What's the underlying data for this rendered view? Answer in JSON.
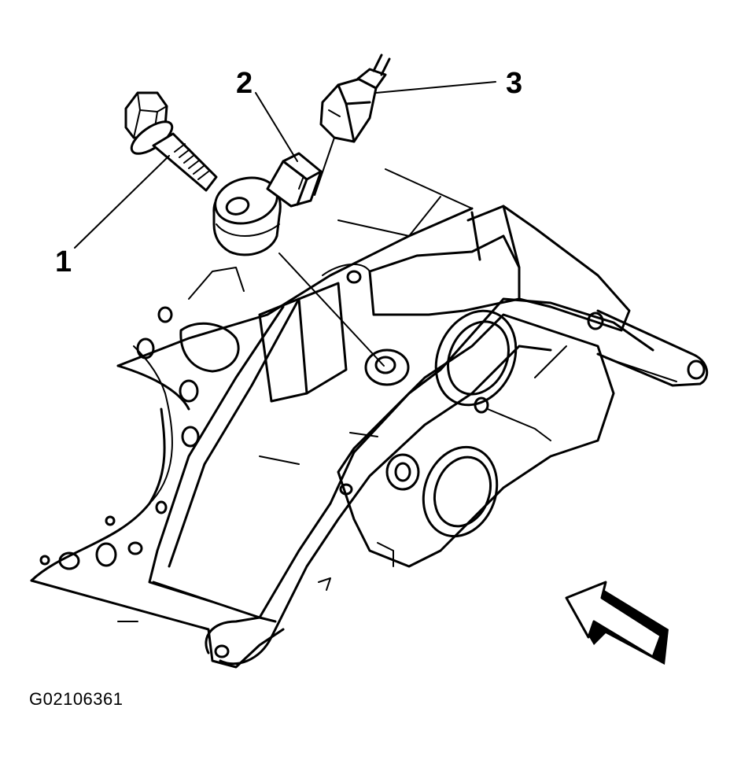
{
  "figure_id": "G02106361",
  "callouts": [
    {
      "label": "1",
      "part": "knock-sensor-bolt"
    },
    {
      "label": "2",
      "part": "knock-sensor"
    },
    {
      "label": "3",
      "part": "electrical-connector"
    }
  ],
  "colors": {
    "ink": "#000000",
    "paper": "#ffffff"
  },
  "icons": {
    "view_direction": "view-direction-arrow-icon"
  }
}
